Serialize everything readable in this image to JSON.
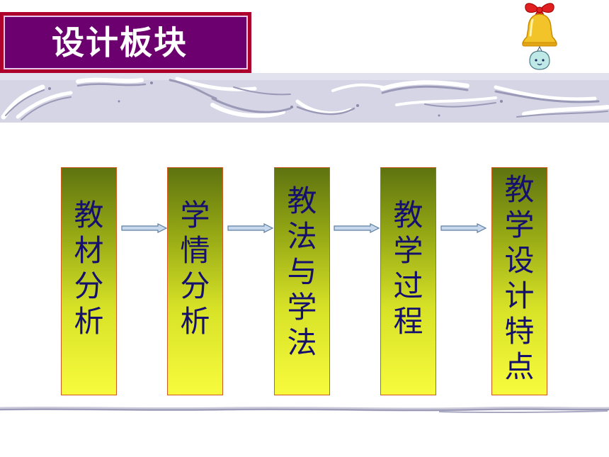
{
  "title": "设计板块",
  "flow": {
    "steps": [
      {
        "text": "教材分析"
      },
      {
        "text": "学情分析"
      },
      {
        "text": "教法与学法"
      },
      {
        "text": "教学过程"
      },
      {
        "text": "教学设计特点"
      }
    ]
  },
  "colors": {
    "title_outer": "#ad002d",
    "title_inner": "#6c006e",
    "box_border": "#d05a1f",
    "box_text": "#150f6e",
    "arrow_fill": "#c8d8ec",
    "arrow_stroke": "#5e7fa5",
    "band": "#d4d4e4"
  },
  "icons": [
    "bell-icon",
    "ghost-icon"
  ]
}
